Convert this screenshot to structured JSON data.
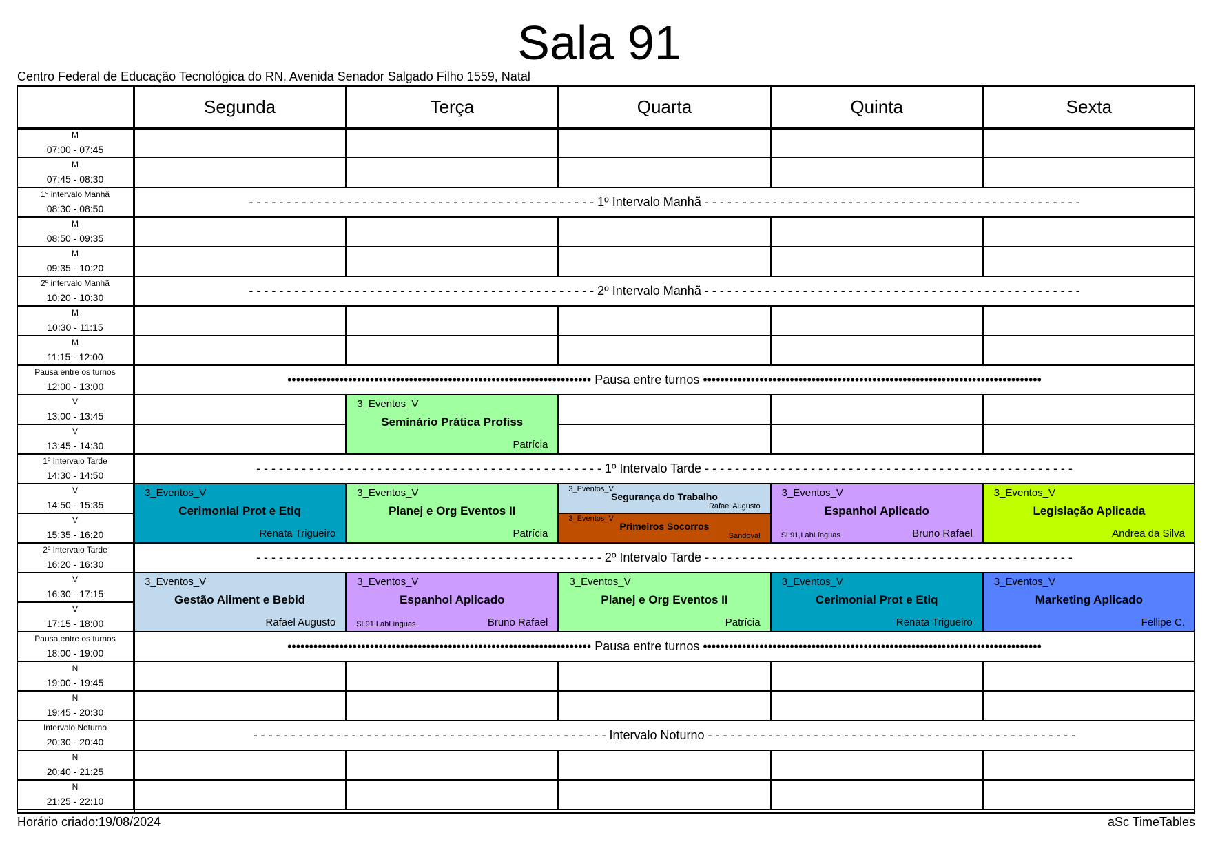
{
  "title": "Sala 91",
  "school": "Centro Federal de Educação Tecnológica do RN, Avenida Senador Salgado Filho 1559, Natal",
  "days": [
    "Segunda",
    "Terça",
    "Quarta",
    "Quinta",
    "Sexta"
  ],
  "rows": [
    {
      "name": "M",
      "time": "07:00 - 07:45"
    },
    {
      "name": "M",
      "time": "07:45 - 08:30"
    },
    {
      "name": "1° intervalo Manhã",
      "time": "08:30 - 08:50",
      "break_text": "- - - - - - - - - - - - - - - - - - - - - - - - - - - - - - - - - - - - - - - - - - - - - - 1º Intervalo Manhã - - - - - - - - - - - - - - - - - - - - - - - - - - - - - - - - - - - - - - - - - - - - - - - - - -"
    },
    {
      "name": "M",
      "time": "08:50 - 09:35"
    },
    {
      "name": "M",
      "time": "09:35 - 10:20"
    },
    {
      "name": "2º intervalo Manhã",
      "time": "10:20 - 10:30",
      "break_text": "- - - - - - - - - - - - - - - - - - - - - - - - - - - - - - - - - - - - - - - - - - - - - - 2º Intervalo Manhã - - - - - - - - - - - - - - - - - - - - - - - - - - - - - - - - - - - - - - - - - - - - - - - - - -"
    },
    {
      "name": "M",
      "time": "10:30 - 11:15"
    },
    {
      "name": "M",
      "time": "11:15 - 12:00"
    },
    {
      "name": "Pausa entre os turnos",
      "time": "12:00 - 13:00",
      "break_text": "•••••••••••••••••••••••••••••••••••••••••••••••••••••••••••••••••••••• Pausa entre turnos ••••••••••••••••••••••••••••••••••••••••••••••••••••••••••••••••••••••••••••••"
    },
    {
      "name": "V",
      "time": "13:00 - 13:45"
    },
    {
      "name": "V",
      "time": "13:45 - 14:30"
    },
    {
      "name": "1º Intervalo Tarde",
      "time": "14:30 - 14:50",
      "break_text": "- - - - - - - - - - - - - - - - - - - - - - - - - - - - - - - - - - - - - - - - - - - - - - 1º Intervalo Tarde - - - - - - - - - - - - - - - - - - - - - - - - - - - - - - - - - - - - - - - - - - - - - - - - -"
    },
    {
      "name": "V",
      "time": "14:50 - 15:35"
    },
    {
      "name": "V",
      "time": "15:35 - 16:20"
    },
    {
      "name": "2º Intervalo Tarde",
      "time": "16:20 - 16:30",
      "break_text": "- - - - - - - - - - - - - - - - - - - - - - - - - - - - - - - - - - - - - - - - - - - - - - 2º Intervalo Tarde - - - - - - - - - - - - - - - - - - - - - - - - - - - - - - - - - - - - - - - - - - - - - - - - -"
    },
    {
      "name": "V",
      "time": "16:30 - 17:15"
    },
    {
      "name": "V",
      "time": "17:15 - 18:00"
    },
    {
      "name": "Pausa entre os turnos",
      "time": "18:00 - 19:00",
      "break_text": "•••••••••••••••••••••••••••••••••••••••••••••••••••••••••••••••••••••• Pausa entre turnos ••••••••••••••••••••••••••••••••••••••••••••••••••••••••••••••••••••••••••••••"
    },
    {
      "name": "N",
      "time": "19:00 - 19:45"
    },
    {
      "name": "N",
      "time": "19:45 - 20:30"
    },
    {
      "name": "Intervalo Noturno",
      "time": "20:30 - 20:40",
      "break_text": "- - - - - - - - - - - - - - - - - - - - - - - - - - - - - - - - - - - - - - - - - - - - - - - Intervalo Noturno - - - - - - - - - - - - - - - - - - - - - - - - - - - - - - - - - - - - - - - - - - - - - - - - -"
    },
    {
      "name": "N",
      "time": "20:40 - 21:25"
    },
    {
      "name": "N",
      "time": "21:25 - 22:10"
    }
  ],
  "lessons": [
    {
      "day": 1,
      "row": 9,
      "span": 2,
      "class": "3_Eventos_V",
      "subject": "Seminário Prática Profiss",
      "teacher": "Patrícia",
      "room": "",
      "color": "#a0ff9f"
    },
    {
      "day": 0,
      "row": 12,
      "span": 2,
      "class": "3_Eventos_V",
      "subject": "Cerimonial Prot e Etiq",
      "teacher": "Renata Trigueiro",
      "room": "",
      "color": "#00a0c0"
    },
    {
      "day": 1,
      "row": 12,
      "span": 2,
      "class": "3_Eventos_V",
      "subject": "Planej e Org Eventos II",
      "teacher": "Patrícia",
      "room": "",
      "color": "#a0ff9f"
    },
    {
      "day": 2,
      "row": 12,
      "span": 1,
      "class": "3_Eventos_V",
      "subject": "Segurança do Trabalho",
      "teacher": "Rafael Augusto",
      "room": "",
      "color": "#c0d9ec"
    },
    {
      "day": 2,
      "row": 13,
      "span": 1,
      "class": "3_Eventos_V",
      "subject": "Primeiros Socorros",
      "teacher": "Sandoval",
      "room": "",
      "color": "#c04e00"
    },
    {
      "day": 3,
      "row": 12,
      "span": 2,
      "class": "3_Eventos_V",
      "subject": "Espanhol Aplicado",
      "teacher": "Bruno Rafael",
      "room": "SL91,LabLínguas",
      "color": "#cc9cff"
    },
    {
      "day": 4,
      "row": 12,
      "span": 2,
      "class": "3_Eventos_V",
      "subject": "Legislação Aplicada",
      "teacher": "Andrea da Silva",
      "room": "",
      "color": "#c0ff00"
    },
    {
      "day": 0,
      "row": 15,
      "span": 2,
      "class": "3_Eventos_V",
      "subject": "Gestão Aliment e Bebid",
      "teacher": "Rafael Augusto",
      "room": "",
      "color": "#c0d9ec"
    },
    {
      "day": 1,
      "row": 15,
      "span": 2,
      "class": "3_Eventos_V",
      "subject": "Espanhol Aplicado",
      "teacher": "Bruno Rafael",
      "room": "SL91,LabLínguas",
      "color": "#cc9cff"
    },
    {
      "day": 2,
      "row": 15,
      "span": 2,
      "class": "3_Eventos_V",
      "subject": "Planej e Org Eventos II",
      "teacher": "Patrícia",
      "room": "",
      "color": "#a0ff9f"
    },
    {
      "day": 3,
      "row": 15,
      "span": 2,
      "class": "3_Eventos_V",
      "subject": "Cerimonial Prot e Etiq",
      "teacher": "Renata Trigueiro",
      "room": "",
      "color": "#00a0c0"
    },
    {
      "day": 4,
      "row": 15,
      "span": 2,
      "class": "3_Eventos_V",
      "subject": "Marketing Aplicado",
      "teacher": "Fellipe C.",
      "room": "",
      "color": "#5580ff"
    }
  ],
  "footer": {
    "created": "Horário criado:19/08/2024",
    "software": "aSc TimeTables"
  }
}
